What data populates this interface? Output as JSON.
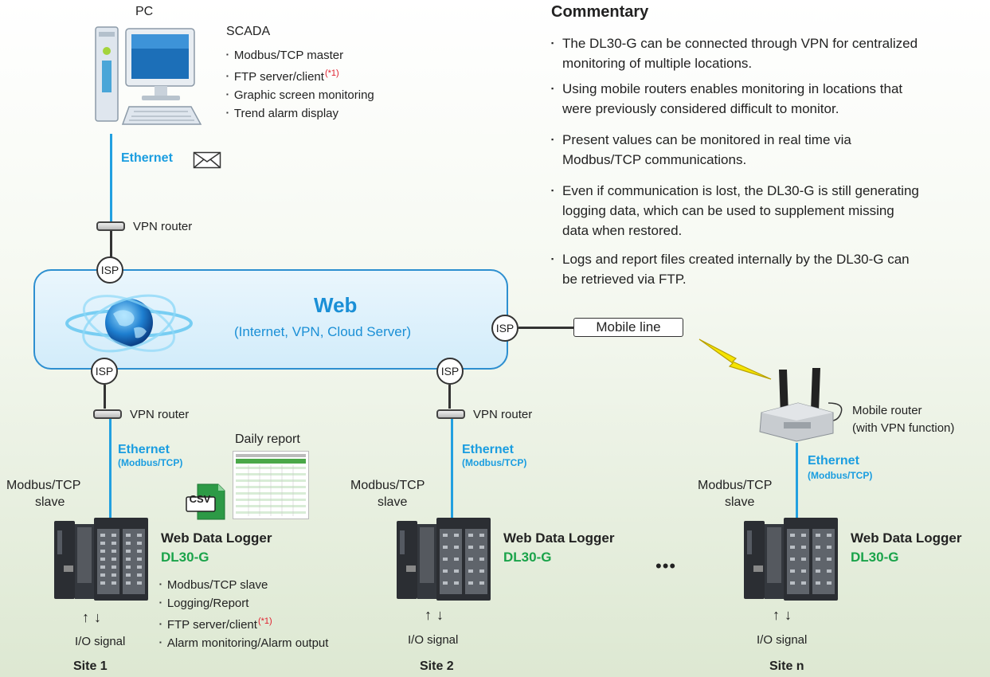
{
  "pc": {
    "label": "PC",
    "scada": "SCADA",
    "features": [
      "Modbus/TCP master",
      "FTP server/client",
      "Graphic screen monitoring",
      "Trend alarm display"
    ],
    "ftp_note": "(*1)"
  },
  "ethernet_top": "Ethernet",
  "vpn_router_label": "VPN router",
  "isp_label": "ISP",
  "web": {
    "title": "Web",
    "subtitle": "(Internet, VPN, Cloud Server)"
  },
  "mobile_line": "Mobile line",
  "mobile_router": {
    "line1": "Mobile router",
    "line2": "(with VPN function)"
  },
  "ethernet_label": "Ethernet",
  "modbus_tcp_label": "(Modbus/TCP)",
  "modbus_slave": {
    "line1": "Modbus/TCP",
    "line2": "slave"
  },
  "daily_report": "Daily report",
  "csv_label": "CSV",
  "logger": {
    "title": "Web Data Logger",
    "model": "DL30-G"
  },
  "site1_features": [
    "Modbus/TCP slave",
    "Logging/Report",
    "FTP server/client",
    "Alarm monitoring/Alarm output"
  ],
  "ftp_note": "(*1)",
  "io_signal": "I/O signal",
  "sites": [
    "Site 1",
    "Site 2",
    "Site n"
  ],
  "ellipsis": "•••",
  "commentary": {
    "title": "Commentary",
    "items": [
      [
        "The DL30-G can be connected through VPN for centralized",
        "monitoring of multiple locations."
      ],
      [
        "Using mobile routers enables monitoring in locations that",
        "were previously considered difficult to monitor."
      ],
      [
        "Present values can be monitored in real time via",
        "Modbus/TCP communications."
      ],
      [
        "Even if communication is lost, the DL30-G is still generating",
        "logging data, which can be used to supplement missing",
        "data when restored."
      ],
      [
        "Logs and report files created internally by the DL30-G can",
        "be retrieved via FTP."
      ]
    ]
  },
  "colors": {
    "ethernet_blue": "#1a9de0",
    "model_green": "#1aa34a",
    "note_red": "#e0202e"
  }
}
